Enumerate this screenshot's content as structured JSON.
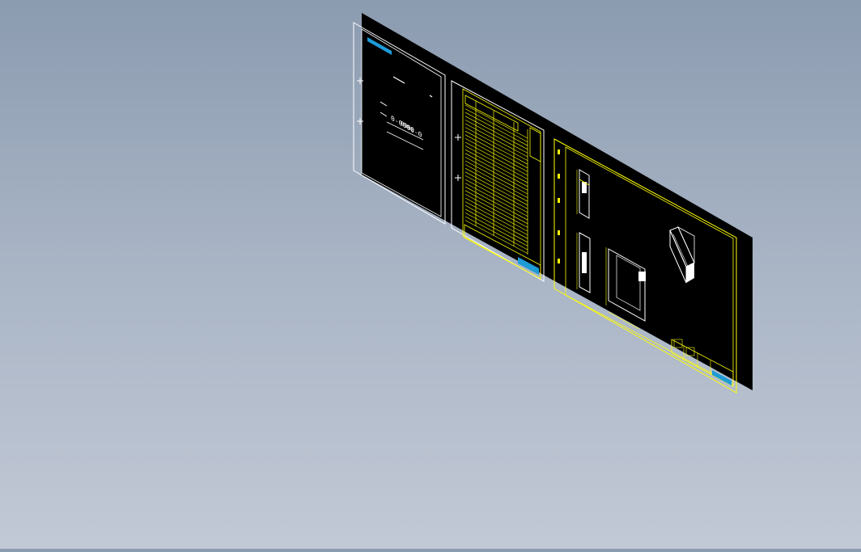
{
  "viewport": {
    "background_top": "#8b9bb0",
    "background_bottom": "#c2c9d6"
  },
  "colors": {
    "sheet": "#000000",
    "border_white": "#ffffff",
    "line_yellow": "#ffff00",
    "logo_cyan": "#1e9bd7"
  },
  "sheets": [
    {
      "name": "cover-sheet",
      "logo_icon": "brand-logo-icon",
      "text_lines": [
        "0-0000-0",
        "0000"
      ]
    },
    {
      "name": "list-sheet",
      "content": "table-rows"
    },
    {
      "name": "drawing-sheet",
      "content": "isometric-part-views"
    }
  ]
}
